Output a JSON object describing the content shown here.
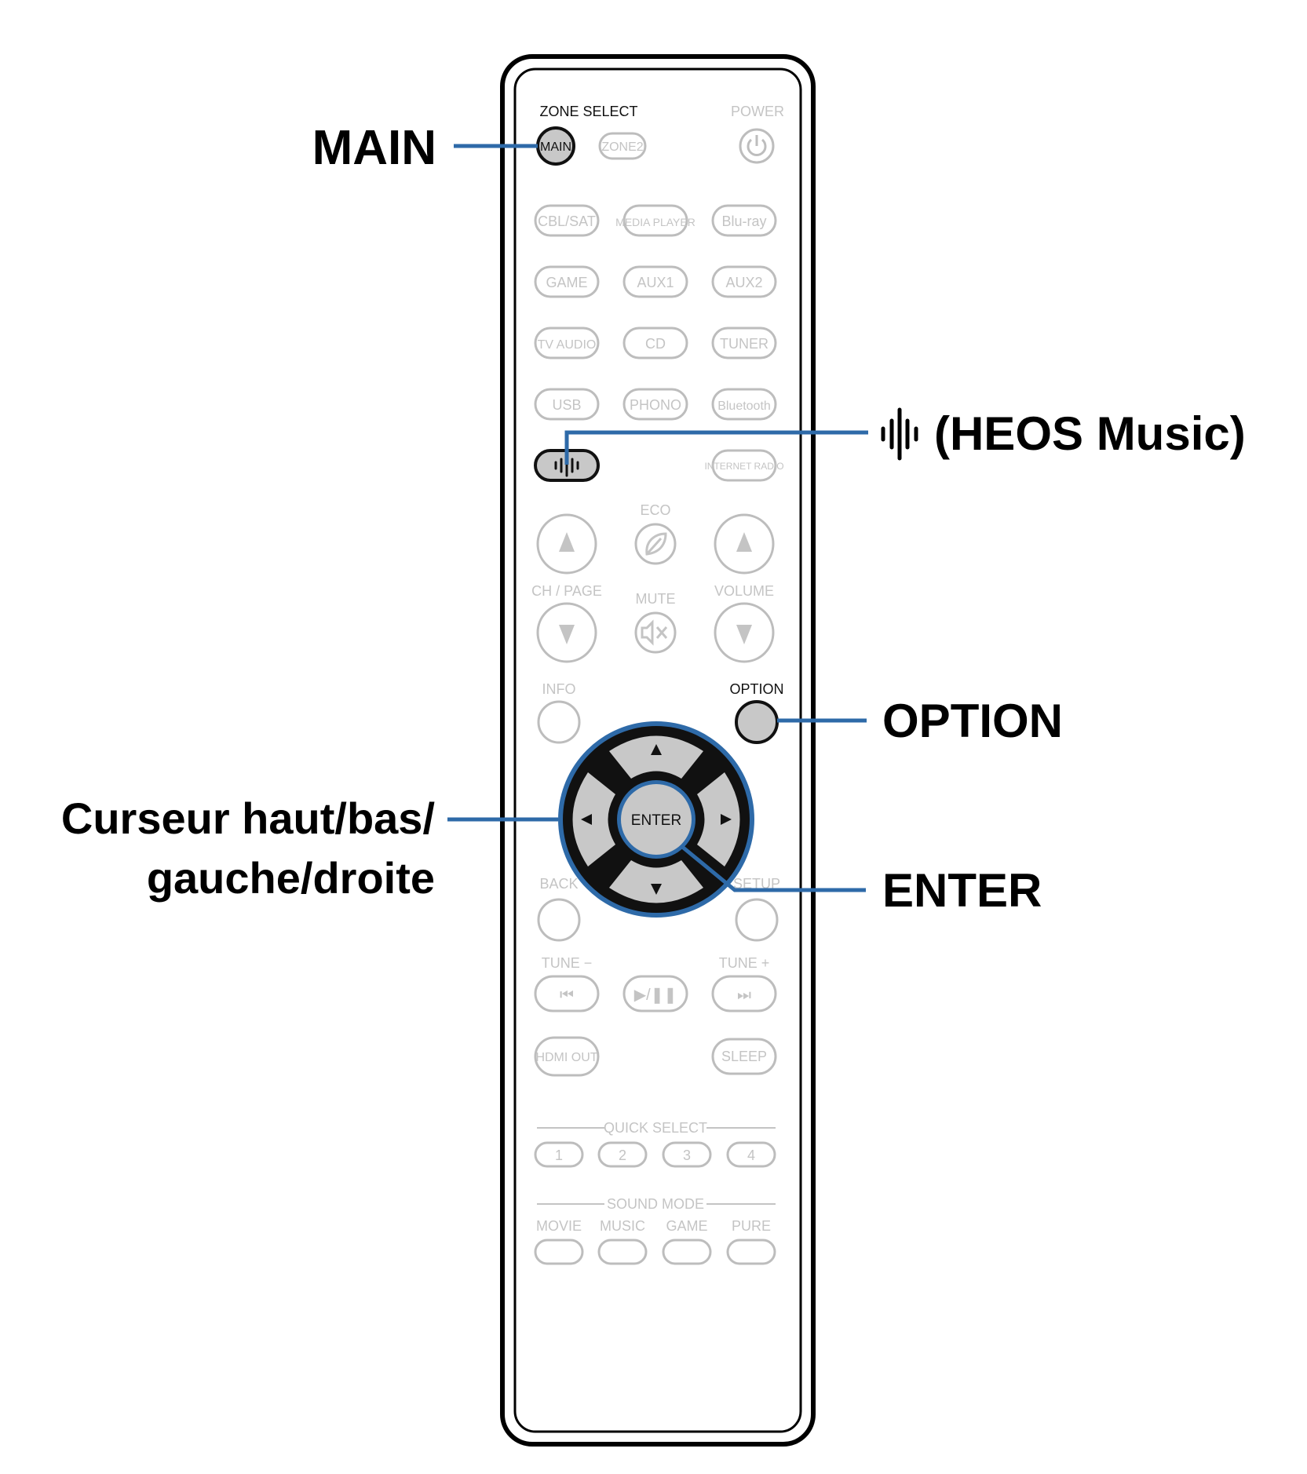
{
  "callouts": {
    "main": "MAIN",
    "heos": "(HEOS Music)",
    "option": "OPTION",
    "cursor_line1": "Curseur haut/bas/",
    "cursor_line2": "gauche/droite",
    "enter": "ENTER"
  },
  "remote": {
    "zone_select": "ZONE SELECT",
    "power": "POWER",
    "main": "MAIN",
    "zone2": "ZONE2",
    "inputs_row1": [
      "CBL/SAT",
      "MEDIA PLAYER",
      "Blu-ray"
    ],
    "inputs_row2": [
      "GAME",
      "AUX1",
      "AUX2"
    ],
    "inputs_row3": [
      "TV AUDIO",
      "CD",
      "TUNER"
    ],
    "inputs_row4": [
      "USB",
      "PHONO",
      "Bluetooth"
    ],
    "internet_radio": "INTERNET RADIO",
    "eco": "ECO",
    "ch_page": "CH / PAGE",
    "mute": "MUTE",
    "volume": "VOLUME",
    "info": "INFO",
    "option": "OPTION",
    "enter": "ENTER",
    "back": "BACK",
    "setup": "SETUP",
    "tune_minus": "TUNE −",
    "tune_plus": "TUNE +",
    "hdmi_out": "HDMI OUT",
    "sleep": "SLEEP",
    "quick_select": "QUICK SELECT",
    "quick_select_buttons": [
      "1",
      "2",
      "3",
      "4"
    ],
    "sound_mode": "SOUND MODE",
    "sound_modes": [
      "MOVIE",
      "MUSIC",
      "GAME",
      "PURE"
    ]
  },
  "colors": {
    "callout_line": "#2e6aa8",
    "highlight_fill": "#c8c8c8",
    "inactive": "#c4c4c4"
  }
}
